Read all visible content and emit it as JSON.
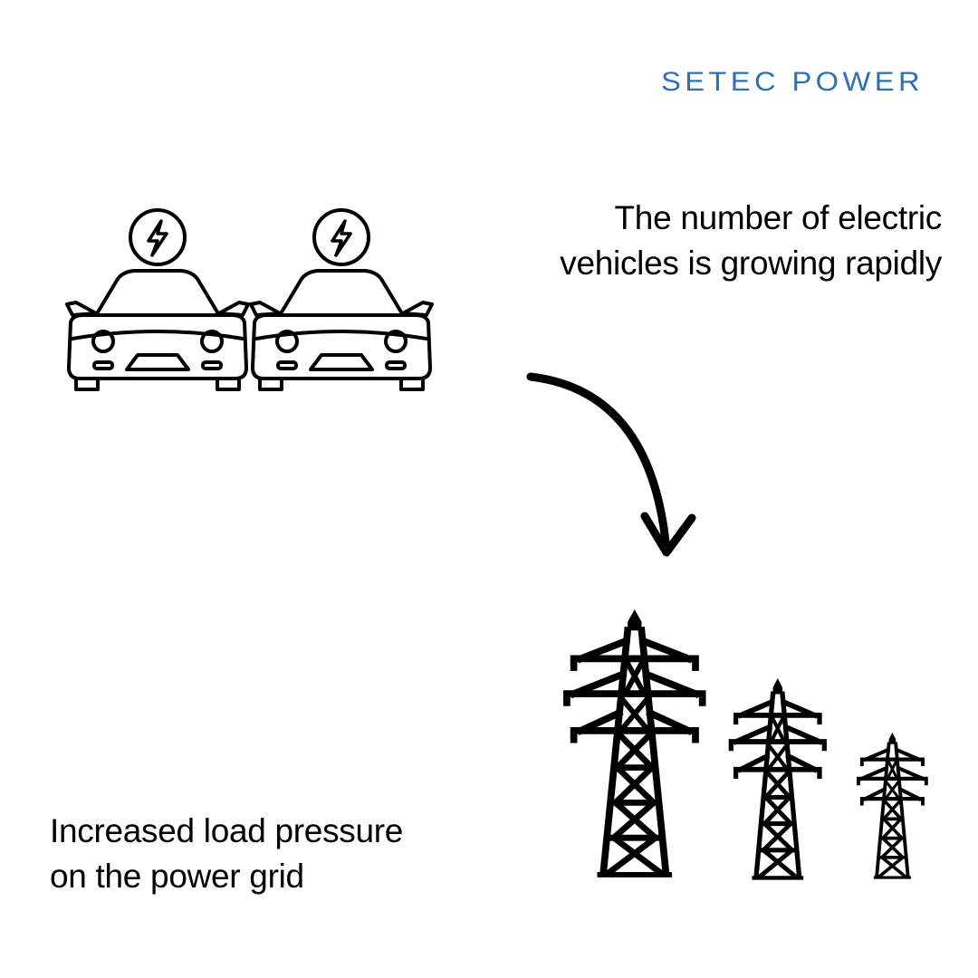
{
  "brand": {
    "logo_text": "SETEC POWER",
    "color": "#2e6fb7"
  },
  "headline": {
    "line1": "The number of electric",
    "line2": "vehicles is growing rapidly"
  },
  "caption": {
    "line1": "Increased load pressure",
    "line2": "on the power grid"
  },
  "icons": {
    "cars": "electric-car-icon",
    "bolt": "lightning-bolt-icon",
    "arrow": "curved-arrow-icon",
    "towers": "transmission-tower-icon"
  },
  "colors": {
    "background": "#ffffff",
    "ink": "#000000"
  }
}
